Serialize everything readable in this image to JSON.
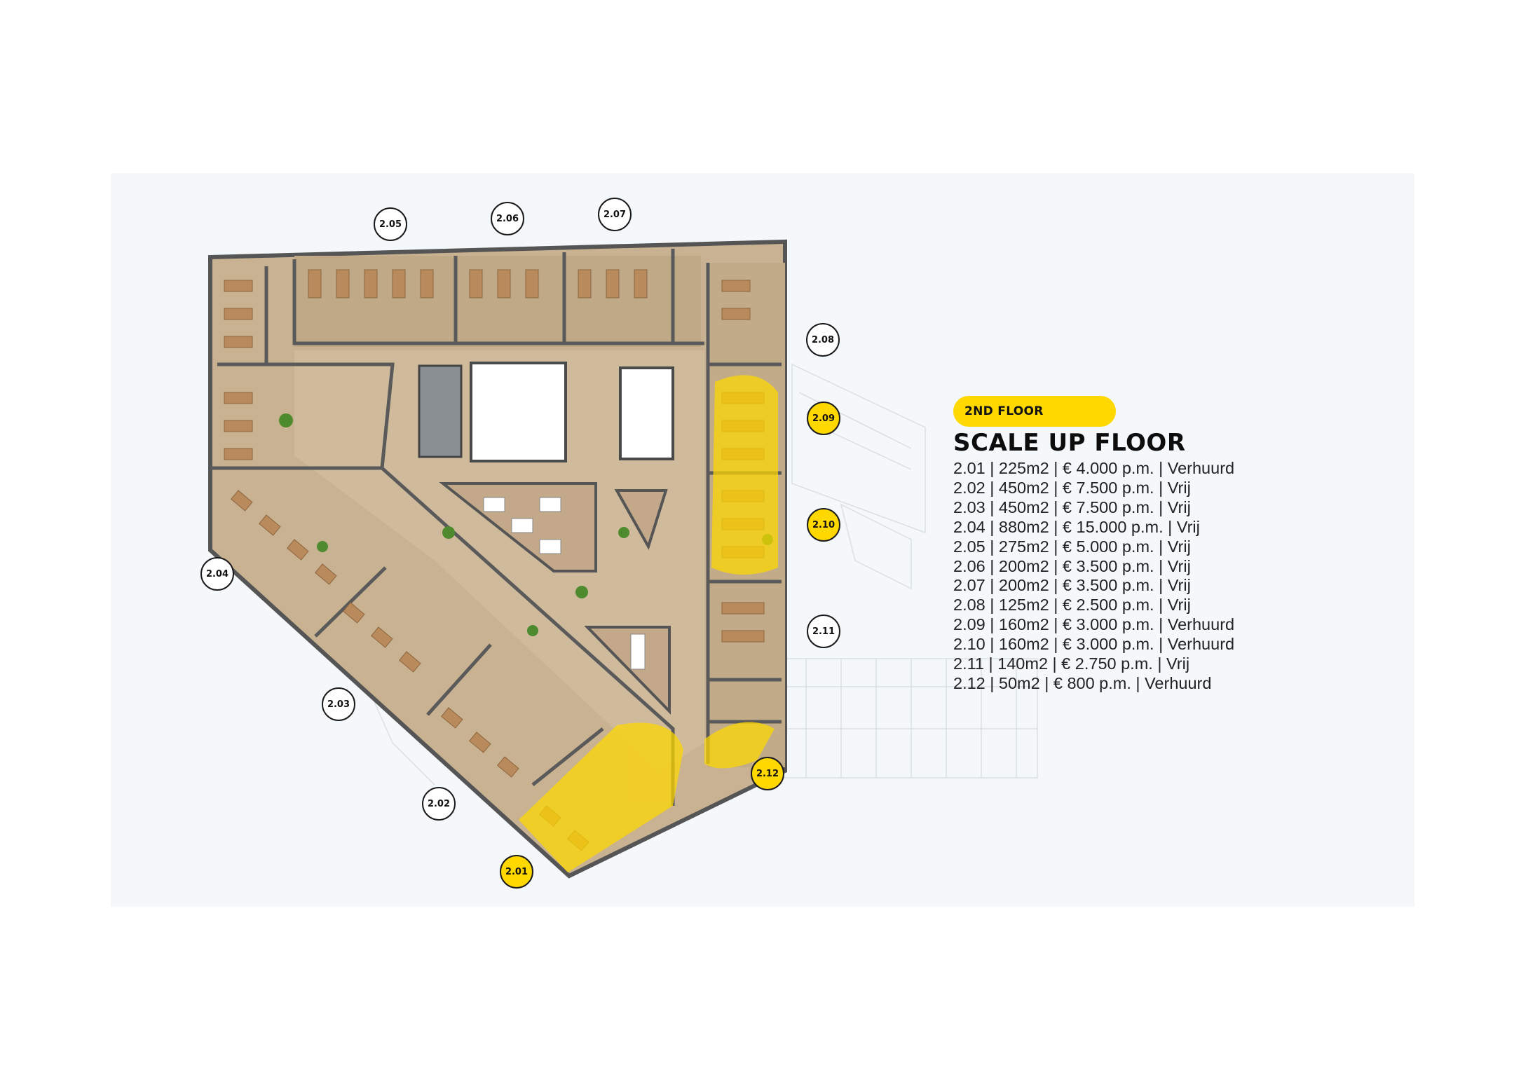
{
  "floor_badge": "2ND FLOOR",
  "floor_title": "SCALE UP FLOOR",
  "units": [
    {
      "id": "2.01",
      "line": "2.01  | 225m2 | € 4.000 p.m. | Verhuurd",
      "status": "Verhuurd"
    },
    {
      "id": "2.02",
      "line": "2.02 | 450m2 | € 7.500 p.m. | Vrij",
      "status": "Vrij"
    },
    {
      "id": "2.03",
      "line": "2.03 | 450m2 | € 7.500 p.m. | Vrij",
      "status": "Vrij"
    },
    {
      "id": "2.04",
      "line": "2.04 | 880m2 | € 15.000 p.m. | Vrij",
      "status": "Vrij"
    },
    {
      "id": "2.05",
      "line": "2.05 | 275m2 | € 5.000 p.m. | Vrij",
      "status": "Vrij"
    },
    {
      "id": "2.06",
      "line": "2.06 | 200m2 | € 3.500 p.m. | Vrij",
      "status": "Vrij"
    },
    {
      "id": "2.07",
      "line": "2.07 | 200m2 | € 3.500 p.m. | Vrij",
      "status": "Vrij"
    },
    {
      "id": "2.08",
      "line": "2.08 | 125m2 | € 2.500 p.m. | Vrij",
      "status": "Vrij"
    },
    {
      "id": "2.09",
      "line": "2.09 | 160m2 | € 3.000 p.m. | Verhuurd",
      "status": "Verhuurd"
    },
    {
      "id": "2.10",
      "line": "2.10 | 160m2 | € 3.000 p.m. | Verhuurd",
      "status": "Verhuurd"
    },
    {
      "id": "2.11",
      "line": "2.11 | 140m2 | € 2.750 p.m. | Vrij",
      "status": "Vrij"
    },
    {
      "id": "2.12",
      "line": "2.12 | 50m2 | € 800 p.m. | Verhuurd",
      "status": "Verhuurd"
    }
  ],
  "colors": {
    "rented": "#ffd800",
    "floor": "#c9b291",
    "wall": "#5a5a5a",
    "desk": "#b98a5c",
    "panel": "#f5f8fa"
  }
}
